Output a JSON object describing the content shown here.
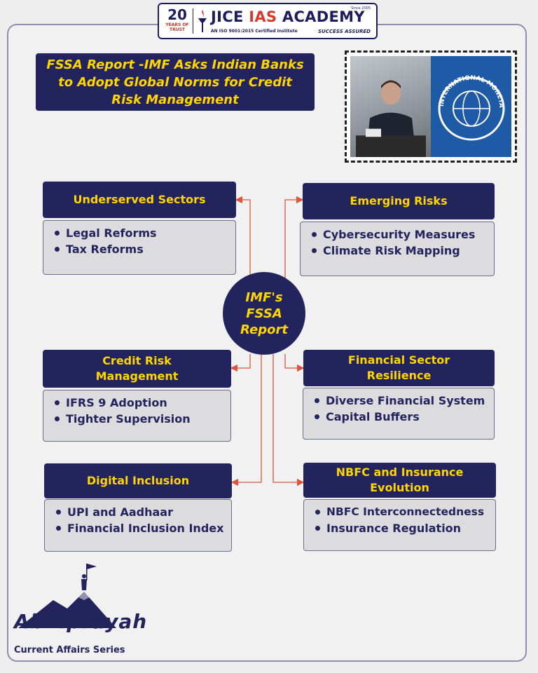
{
  "logo": {
    "years_number": "20",
    "years_text": "YEARS OF TRUST",
    "name_part1": "JICE ",
    "name_part2": "IAS",
    "name_part3": " ACADEMY",
    "since": "Since 2005",
    "iso": "AN ISO 9001:2015 Certified Institute",
    "tagline": "SUCCESS ASSURED"
  },
  "title": "FSSA Report -IMF Asks Indian Banks to Adopt Global Norms for Credit Risk Management",
  "center": "IMF's FSSA Report",
  "sections": {
    "underserved": {
      "title": "Underserved Sectors",
      "items": [
        "Legal Reforms",
        "Tax Reforms"
      ]
    },
    "emerging": {
      "title": "Emerging Risks",
      "items": [
        "Cybersecurity Measures",
        "Climate Risk Mapping"
      ]
    },
    "credit": {
      "title": "Credit Risk Management",
      "items": [
        "IFRS 9 Adoption",
        "Tighter Supervision"
      ]
    },
    "resilience": {
      "title": "Financial Sector Resilience",
      "items": [
        "Diverse Financial System",
        "Capital Buffers"
      ]
    },
    "digital": {
      "title": "Digital Inclusion",
      "items": [
        "UPI and Aadhaar",
        "Financial Inclusion Index"
      ]
    },
    "nbfc": {
      "title": "NBFC and Insurance Evolution",
      "items": [
        "NBFC Interconnectedness",
        "Insurance Regulation"
      ]
    }
  },
  "photo": {
    "right_text": "INTERNATIONAL MONETARY FUND"
  },
  "brand": {
    "word": "Abhiprayah",
    "subtitle": "Current Affairs Series"
  },
  "colors": {
    "navy": "#23235e",
    "yellow": "#ffd600",
    "connector": "#e0533d",
    "card": "#dcdcdf"
  }
}
